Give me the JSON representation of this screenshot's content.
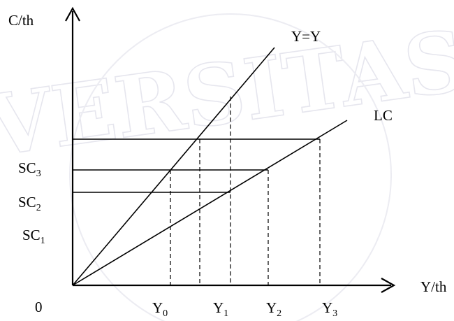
{
  "watermark": {
    "text": "UNIVERSITAS JEMBER"
  },
  "axes": {
    "y_label": "C/th",
    "x_label": "Y/th",
    "origin_label": "0"
  },
  "lines": {
    "income_line_label": "Y=Y",
    "lc_label": "LC"
  },
  "y_ticks": [
    {
      "base": "SC",
      "sub": "3"
    },
    {
      "base": "SC",
      "sub": "2"
    },
    {
      "base": "SC",
      "sub": "1"
    }
  ],
  "x_ticks": [
    {
      "base": "Y",
      "sub": "0"
    },
    {
      "base": "Y",
      "sub": "1"
    },
    {
      "base": "Y",
      "sub": "2"
    },
    {
      "base": "Y",
      "sub": "3"
    }
  ],
  "colors": {
    "ink": "#000000",
    "watermark": "#e6e6ee"
  }
}
